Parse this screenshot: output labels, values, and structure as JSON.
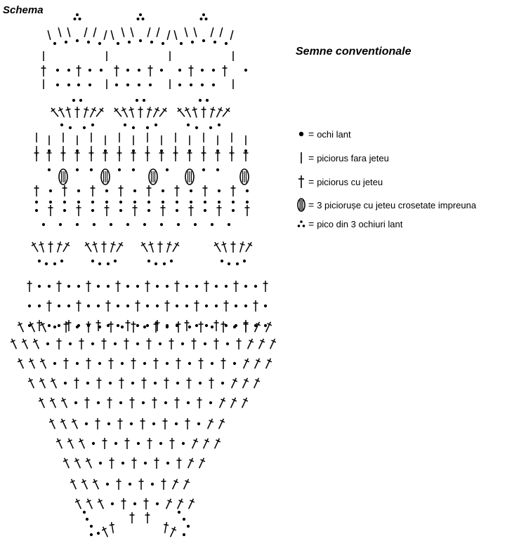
{
  "diagram": {
    "title": "Schema",
    "legend": {
      "title": "Semne conventionale",
      "items": [
        {
          "symbol": "chain-dot",
          "label": "ochi lant"
        },
        {
          "symbol": "hdc",
          "label": "piciorus fara jeteu"
        },
        {
          "symbol": "dc",
          "label": "piciorus cu jeteu"
        },
        {
          "symbol": "dc3tog",
          "label": "3 piciorușe cu jeteu crosetate impreuna"
        },
        {
          "symbol": "picot",
          "label": "pico din 3 ochiuri lant"
        }
      ]
    }
  }
}
